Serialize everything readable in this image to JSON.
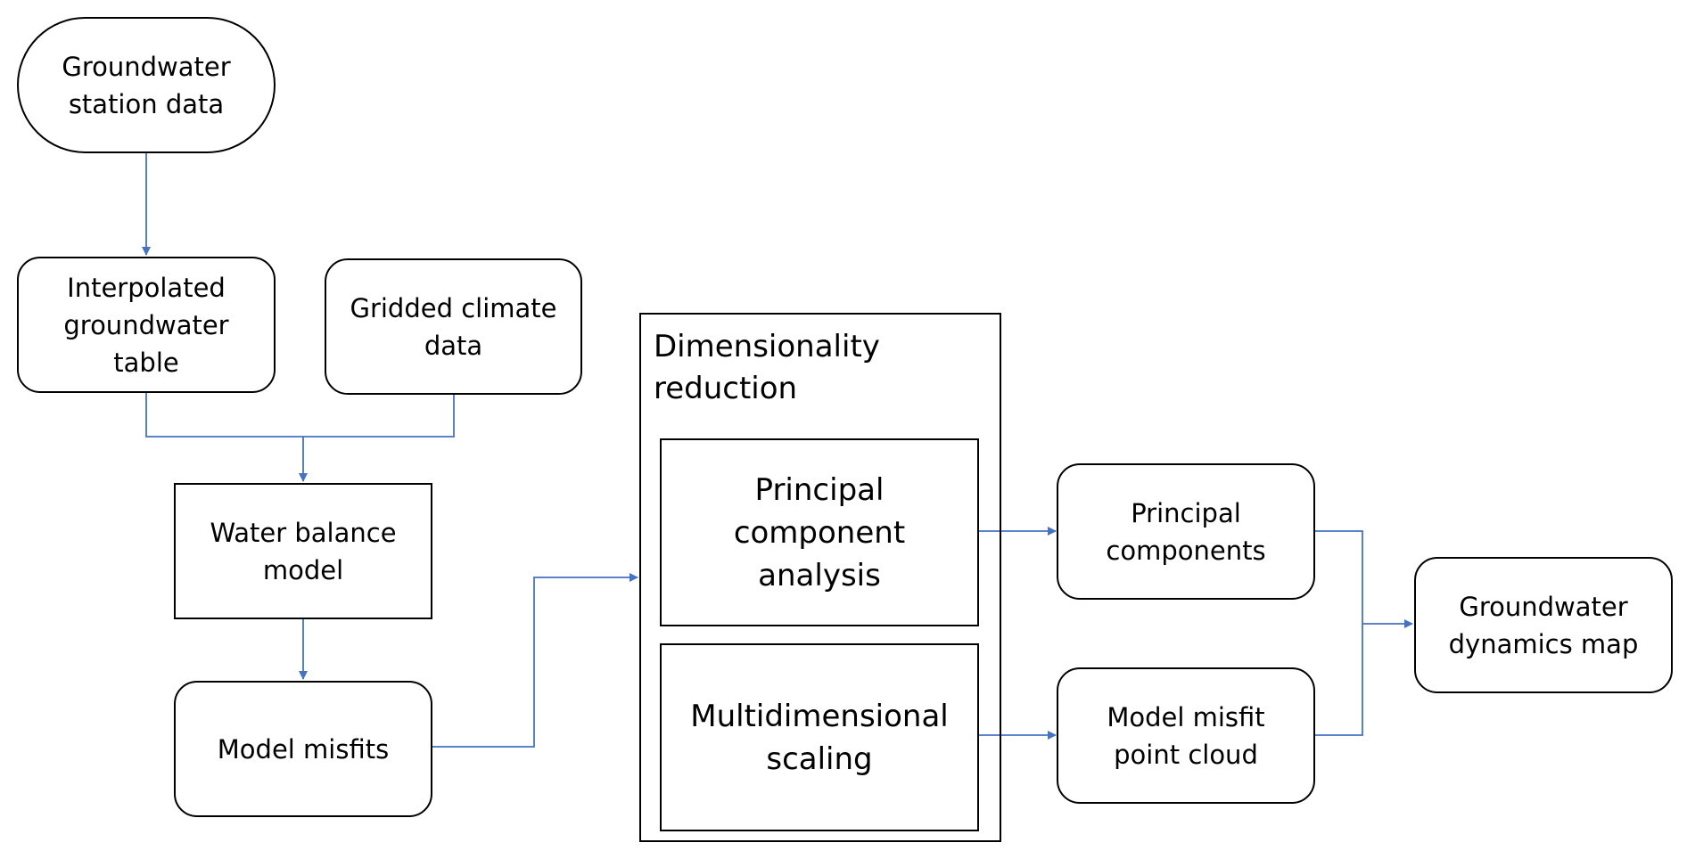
{
  "colors": {
    "connector": "#4472C4",
    "border": "#000000",
    "background": "#FFFFFF"
  },
  "nodes": {
    "groundwater_station_data": "Groundwater\nstation data",
    "interpolated_groundwater_table": "Interpolated\ngroundwater\ntable",
    "gridded_climate_data": "Gridded climate\ndata",
    "water_balance_model": "Water balance\nmodel",
    "model_misfits": "Model misfits",
    "principal_component_analysis": "Principal\ncomponent analysis",
    "multidimensional_scaling": "Multidimensional\nscaling",
    "principal_components": "Principal\ncomponents",
    "model_misfit_point_cloud": "Model misfit\npoint cloud",
    "groundwater_dynamics_map": "Groundwater\ndynamics map"
  },
  "group": {
    "title": "Dimensionality\nreduction"
  },
  "edges": [
    {
      "from": "groundwater_station_data",
      "to": "interpolated_groundwater_table"
    },
    {
      "from": "interpolated_groundwater_table",
      "to": "water_balance_model"
    },
    {
      "from": "gridded_climate_data",
      "to": "water_balance_model"
    },
    {
      "from": "water_balance_model",
      "to": "model_misfits"
    },
    {
      "from": "model_misfits",
      "to": "dimensionality_reduction"
    },
    {
      "from": "principal_component_analysis",
      "to": "principal_components"
    },
    {
      "from": "multidimensional_scaling",
      "to": "model_misfit_point_cloud"
    },
    {
      "from": "principal_components",
      "to": "groundwater_dynamics_map"
    },
    {
      "from": "model_misfit_point_cloud",
      "to": "groundwater_dynamics_map"
    }
  ]
}
